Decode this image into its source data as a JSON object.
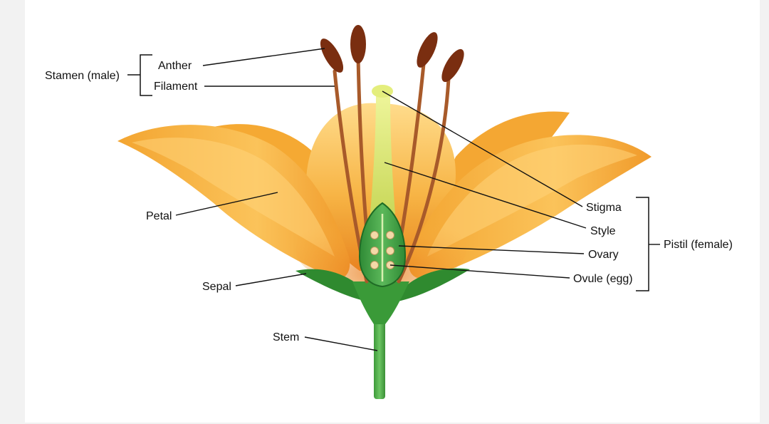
{
  "labels": {
    "stamen": "Stamen (male)",
    "anther": "Anther",
    "filament": "Filament",
    "petal": "Petal",
    "sepal": "Sepal",
    "stem": "Stem",
    "stigma": "Stigma",
    "style": "Style",
    "ovary": "Ovary",
    "ovule": "Ovule (egg)",
    "pistil": "Pistil (female)"
  },
  "colors": {
    "petal_light": "#ffd37a",
    "petal_mid": "#f8b13c",
    "petal_dark": "#e58a1e",
    "stamen_stalk": "#a85a2a",
    "anther": "#7a2e10",
    "style": "#e7ef8a",
    "ovary": "#3f9a3f",
    "ovule": "#f3d9a8",
    "stem": "#4fae4a",
    "sepal": "#2f8a2f"
  }
}
